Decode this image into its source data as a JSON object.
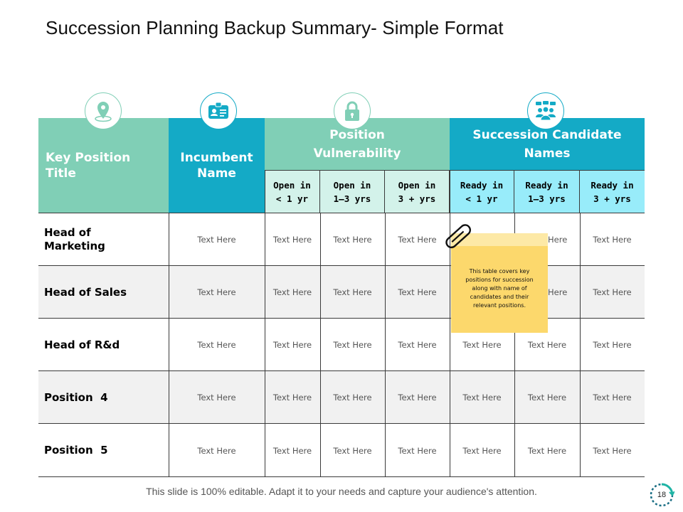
{
  "title": "Succession Planning Backup Summary- Simple Format",
  "header": {
    "key_position": "Key Position Title",
    "incumbent": "Incumbent Name",
    "position_vulnerability": "Position Vulnerability",
    "succession_candidates": "Succession Candidate Names"
  },
  "subheaders": [
    {
      "line1": "Open in",
      "line2": "< 1 yr"
    },
    {
      "line1": "Open in",
      "line2": "1–3 yrs"
    },
    {
      "line1": "Open in",
      "line2": "3 + yrs"
    },
    {
      "line1": "Ready in",
      "line2": "< 1 yr"
    },
    {
      "line1": "Ready in",
      "line2": "1–3 yrs"
    },
    {
      "line1": "Ready in",
      "line2": "3 + yrs"
    }
  ],
  "rows": [
    {
      "label": "Head of Marketing",
      "cells": [
        "Text Here",
        "Text Here",
        "Text Here",
        "Text Here",
        "",
        "Here",
        "Text Here"
      ]
    },
    {
      "label": "Head of Sales",
      "cells": [
        "Text Here",
        "Text Here",
        "Text Here",
        "Text Here",
        "",
        "Here",
        "Text Here"
      ]
    },
    {
      "label": "Head of R&d",
      "cells": [
        "Text Here",
        "Text Here",
        "Text Here",
        "Text Here",
        "Text Here",
        "Text Here",
        "Text Here"
      ]
    },
    {
      "label": "Position  4",
      "cells": [
        "Text Here",
        "Text Here",
        "Text Here",
        "Text Here",
        "Text Here",
        "Text Here",
        "Text Here"
      ]
    },
    {
      "label": "Position  5",
      "cells": [
        "Text Here",
        "Text Here",
        "Text Here",
        "Text Here",
        "Text Here",
        "Text Here",
        "Text Here"
      ]
    }
  ],
  "sticky_note": "This table covers key positions for succession along with name of candidates and their relevant positions.",
  "icons": [
    "location-pin-icon",
    "id-card-icon",
    "padlock-icon",
    "people-group-icon"
  ],
  "footer": "This slide is 100% editable. Adapt it to your needs and capture your audience's attention.",
  "page_number": "18",
  "colors": {
    "teal_light": "#80cfb6",
    "teal_dark": "#14aac6",
    "pale_green": "#d3f2ea",
    "pale_cyan": "#98ecfa",
    "note_yellow": "#fcd86c"
  }
}
